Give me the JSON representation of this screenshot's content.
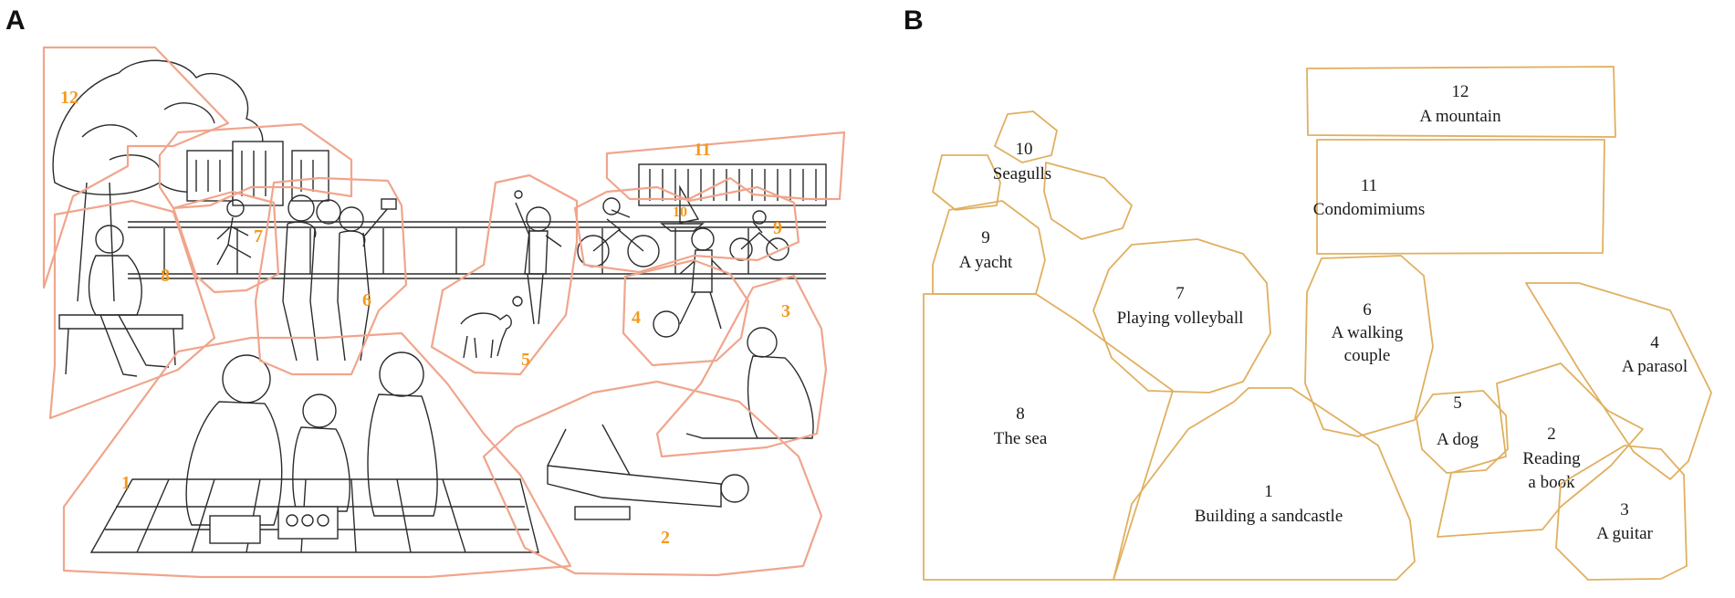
{
  "panels": {
    "a": "A",
    "b": "B"
  },
  "colors": {
    "region_outline_a": "#f0a58c",
    "number_a": "#f39a1e",
    "region_outline_b": "#e0b060"
  },
  "scene_numbers": {
    "n1": "1",
    "n2": "2",
    "n3": "3",
    "n4": "4",
    "n5": "5",
    "n6": "6",
    "n7": "7",
    "n8": "8",
    "n9": "9",
    "n10": "10",
    "n11": "11",
    "n12": "12"
  },
  "regions": {
    "r1": {
      "number": "1",
      "line1": "Building a sandcastle"
    },
    "r2": {
      "number": "2",
      "line1": "Reading",
      "line2": "a book"
    },
    "r3": {
      "number": "3",
      "line1": "A guitar"
    },
    "r4": {
      "number": "4",
      "line1": "A parasol"
    },
    "r5": {
      "number": "5",
      "line1": "A dog"
    },
    "r6": {
      "number": "6",
      "line1": "A walking",
      "line2": "couple"
    },
    "r7": {
      "number": "7",
      "line1": "Playing volleyball"
    },
    "r8": {
      "number": "8",
      "line1": "The sea"
    },
    "r9": {
      "number": "9",
      "line1": "A yacht"
    },
    "r10": {
      "number": "10",
      "line1": "Seagulls"
    },
    "r11": {
      "number": "11",
      "line1": "Condomimiums"
    },
    "r12": {
      "number": "12",
      "line1": "A mountain"
    }
  }
}
